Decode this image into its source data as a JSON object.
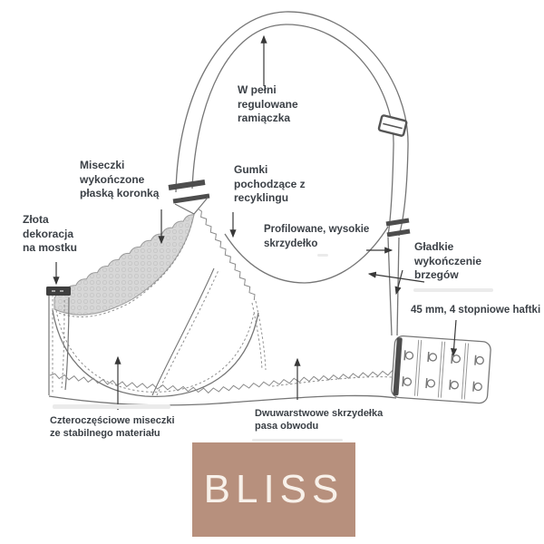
{
  "diagram": {
    "labels": {
      "straps": {
        "lines": [
          "W pełni",
          "regulowane",
          "ramiączka"
        ]
      },
      "lace": {
        "lines": [
          "Miseczki",
          "wykończone",
          "płaską koronką"
        ]
      },
      "recycled_elastics": {
        "lines": [
          "Gumki",
          "pochodzące z",
          "recyklingu"
        ]
      },
      "gold_decor": {
        "lines": [
          "Złota",
          "dekoracja",
          "na mostku"
        ]
      },
      "wing": {
        "lines": [
          "Profilowane, wysokie",
          "skrzydełko"
        ]
      },
      "smooth_edges": {
        "lines": [
          "Gładkie",
          "wykończenie",
          "brzegów"
        ]
      },
      "hooks": {
        "lines": [
          "45 mm, 4 stopniowe haftki"
        ]
      },
      "cups": {
        "lines": [
          "Czteroczęściowe miseczki",
          "ze stabilnego materiału"
        ]
      },
      "band": {
        "lines": [
          "Dwuwarstwowe skrzydełka",
          "pasa obwodu"
        ]
      }
    }
  },
  "logo": {
    "text": "BLISS"
  },
  "colors": {
    "logo_bg": "#b7907d",
    "logo_text": "#f8f1ea",
    "label_text": "#3b4046",
    "drawing_line": "#757575",
    "lace_fill": "#d7d7d7",
    "arrow": "#383838"
  }
}
